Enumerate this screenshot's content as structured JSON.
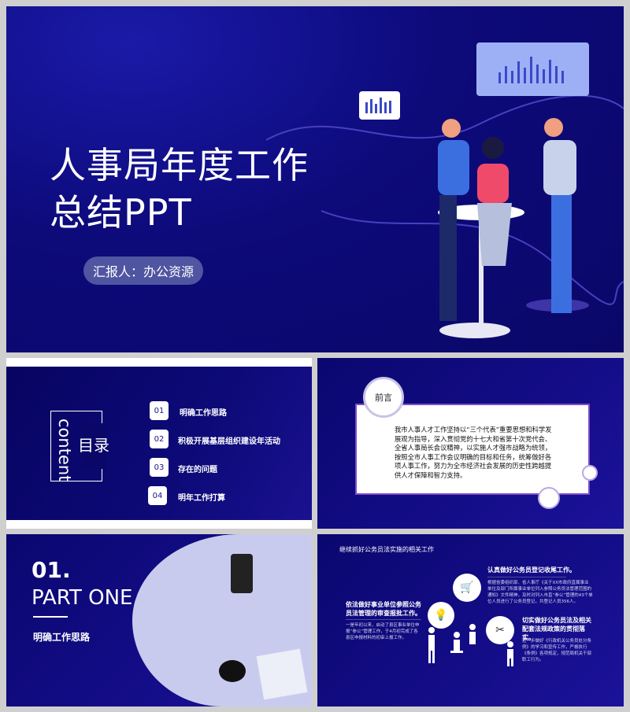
{
  "slide1": {
    "title_line1": "人事局年度工作",
    "title_line2": "总结PPT",
    "reporter": "汇报人：办公资源"
  },
  "slide2": {
    "content_label": "content",
    "heading": "目录",
    "items": [
      {
        "num": "01",
        "label": "明确工作思路"
      },
      {
        "num": "02",
        "label": "积极开展基层组织建设年活动"
      },
      {
        "num": "03",
        "label": "存在的问题"
      },
      {
        "num": "04",
        "label": "明年工作打算"
      }
    ]
  },
  "slide3": {
    "badge": "前言",
    "body": "我市人事人才工作坚持以“三个代表”重要思想和科学发展观为指导，深入贯彻党的十七大和省第十次党代会、全省人事局长会议精神，以实施人才强市战略为统领，按照全市人事工作会议明确的目标和任务，统筹做好各项人事工作，努力为全市经济社会发展的历史性跨越提供人才保障和智力支持。"
  },
  "slide4": {
    "number": "01.",
    "part": "PART ONE",
    "subtitle": "明确工作思路"
  },
  "slide5": {
    "title": "继续抓好公务员法实施的相关工作",
    "left": {
      "heading": "依法做好事业单位参照公务员法管理的审查报批工作。",
      "body": "一是年初以来，启动了县区事业单位申报“参公”管理工作，于4月初完成了各县区申报材料的初审上报工作。"
    },
    "top": {
      "heading": "认真做好公务员登记收尾工作。",
      "body": "根据省委组织部、省人事厅《关于XX市政府直属事业单位及部门所属事业单位列入参照公务员法管理范围的通知》文件精神，及时对列入市直“参公”管理的43个单位人员进行了公务员登记，共登记人员356人。"
    },
    "right": {
      "heading": "切实做好公务员法及相关配套法规政策的贯彻落实。",
      "body": "进一步做好《行政机关公务员处分条例》的学习和宣传工作，严格执行《条例》各项规定，规范局机关干部职工行为。"
    }
  },
  "colors": {
    "primary": "#0d0a7a",
    "accent": "#7c4cc7"
  }
}
